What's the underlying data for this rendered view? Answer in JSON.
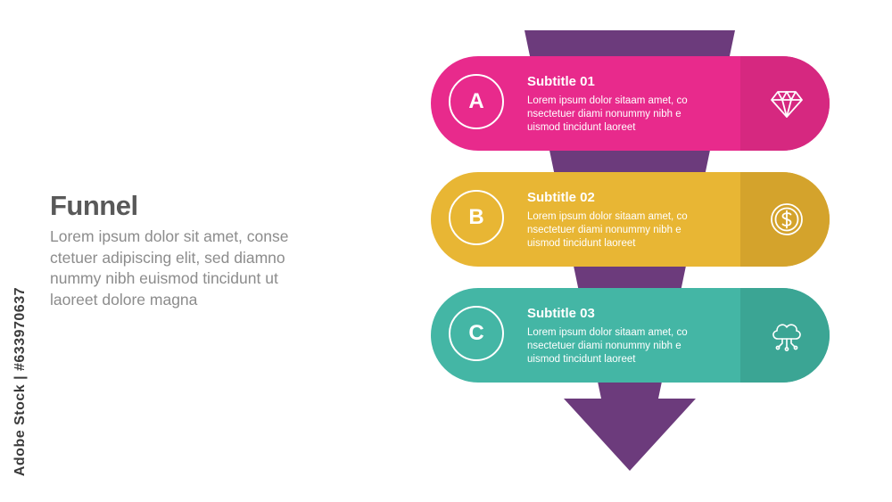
{
  "title": "Funnel",
  "description_lines": [
    "Lorem ipsum dolor sit amet, conse",
    "ctetuer adipiscing elit, sed diamno",
    "nummy nibh euismod tincidunt ut",
    "laoreet dolore magna"
  ],
  "stock_id": "Adobe Stock | #633970637",
  "colors": {
    "funnel": "#6c3b7c",
    "card_a": "#e82a8c",
    "card_a_icon_zone": "#d62880",
    "card_b": "#e8b634",
    "card_b_icon_zone": "#d4a32c",
    "card_c": "#44b6a5",
    "card_c_icon_zone": "#3ba594"
  },
  "steps": [
    {
      "letter": "A",
      "subtitle": "Subtitle 01",
      "body_lines": [
        "Lorem ipsum dolor sitaam amet, co",
        "nsectetuer diami nonummy  nibh e",
        "uismod tincidunt laoreet"
      ],
      "icon": "diamond-icon"
    },
    {
      "letter": "B",
      "subtitle": "Subtitle 02",
      "body_lines": [
        "Lorem ipsum dolor sitaam amet, co",
        "nsectetuer diami nonummy  nibh e",
        "uismod tincidunt laoreet"
      ],
      "icon": "dollar-coin-icon"
    },
    {
      "letter": "C",
      "subtitle": "Subtitle 03",
      "body_lines": [
        "Lorem ipsum dolor sitaam amet, co",
        "nsectetuer diami nonummy  nibh e",
        "uismod tincidunt laoreet"
      ],
      "icon": "cloud-network-icon"
    }
  ]
}
